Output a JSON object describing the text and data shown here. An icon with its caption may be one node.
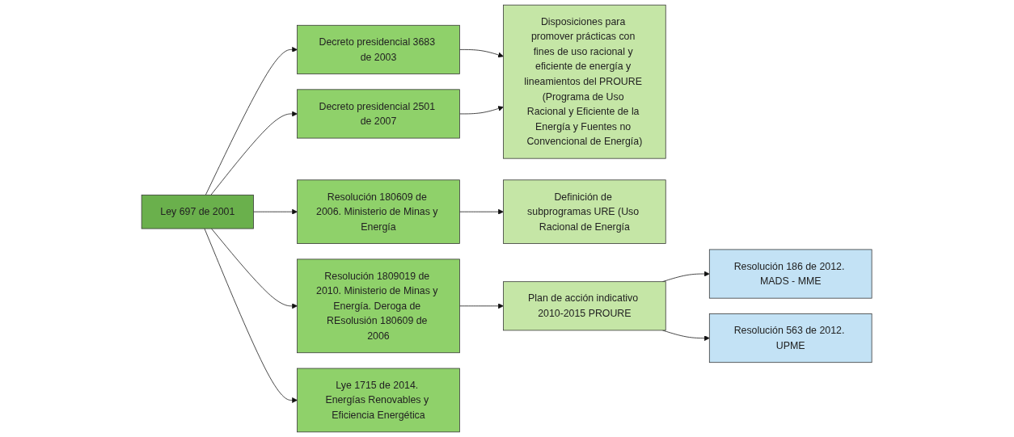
{
  "diagram": {
    "nodes": [
      {
        "text": [
          "Ley 697 de 2001"
        ]
      },
      {
        "text": [
          "Decreto presidencial 3683 de 2003"
        ]
      },
      {
        "text": [
          "Decreto presidencial 2501 de 2007"
        ]
      },
      {
        "text": [
          "Resolución 180609 de 2006. Ministerio de Minas y Energía"
        ]
      },
      {
        "text": [
          "Resolución 1809019 de 2010. Ministerio de Minas y Energía. Deroga de REsolusión 180609 de 2006"
        ]
      },
      {
        "text": [
          "Lye 1715 de 2014. Energías Renovables y Eficiencia Energética"
        ]
      },
      {
        "text": [
          "Disposiciones para promover prácticas con fines de uso racional y eficiente de energía y lineamientos del PROURE (Programa de Uso Racional y Eficiente de la Energía y Fuentes no Convencional de Energía)"
        ]
      },
      {
        "text": [
          "Definición de subprogramas URE (Uso Racional de Energía"
        ]
      },
      {
        "text": [
          "Plan de acción indicativo 2010-2015 PROURE"
        ]
      },
      {
        "text": [
          "Resolución 186 de 2012. MADS - MME"
        ]
      },
      {
        "text": [
          "Resolución 563 de 2012. UPME"
        ]
      }
    ],
    "edges": [
      {
        "from": 0,
        "to": 1,
        "arrow": "to"
      },
      {
        "from": 0,
        "to": 2,
        "arrow": "to"
      },
      {
        "from": 0,
        "to": 3,
        "arrow": "to"
      },
      {
        "from": 0,
        "to": 4,
        "arrow": "to"
      },
      {
        "from": 0,
        "to": 5,
        "arrow": "to"
      },
      {
        "from": 1,
        "to": 6,
        "arrow": "to"
      },
      {
        "from": 2,
        "to": 6,
        "arrow": "to"
      },
      {
        "from": 3,
        "to": 7,
        "arrow": "to"
      },
      {
        "from": 4,
        "to": 8,
        "arrow": "to"
      },
      {
        "from": 8,
        "to": 9,
        "arrow": "to"
      },
      {
        "from": 8,
        "to": 10,
        "arrow": "to"
      }
    ]
  }
}
